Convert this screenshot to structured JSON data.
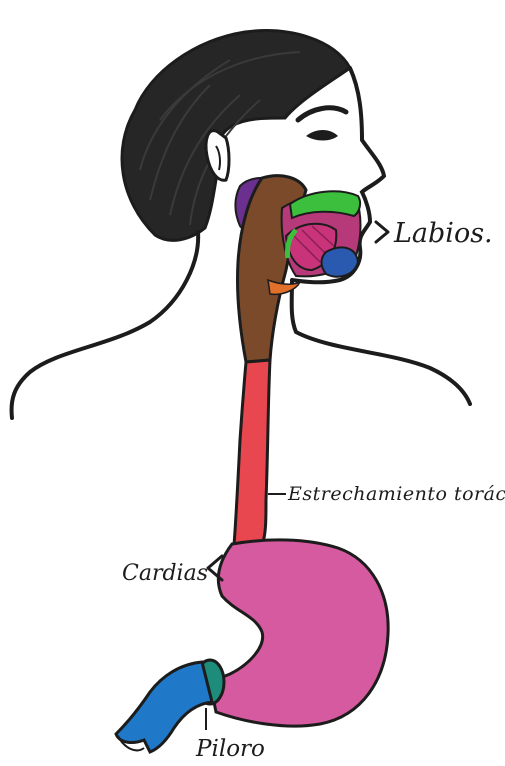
{
  "labels": {
    "labios": "Labios.",
    "estrechamiento": "Estrechamiento torácico",
    "cardias": "Cardias",
    "piloro": "Piloro"
  },
  "colors": {
    "ink": "#1c1c1c",
    "hair": "#262626",
    "esophagus_upper": "#7a4a2a",
    "esophagus_lower": "#e8474f",
    "stomach": "#d65aa0",
    "duodenum": "#1f78c8",
    "pylorus_ring": "#1e8c7a",
    "lips": "#3cbf3c",
    "tongue": "#c8337a",
    "nasal_cavity": "#6b2f8f",
    "lower_lip": "#2a5ab0",
    "throat_orange": "#e0702a"
  }
}
